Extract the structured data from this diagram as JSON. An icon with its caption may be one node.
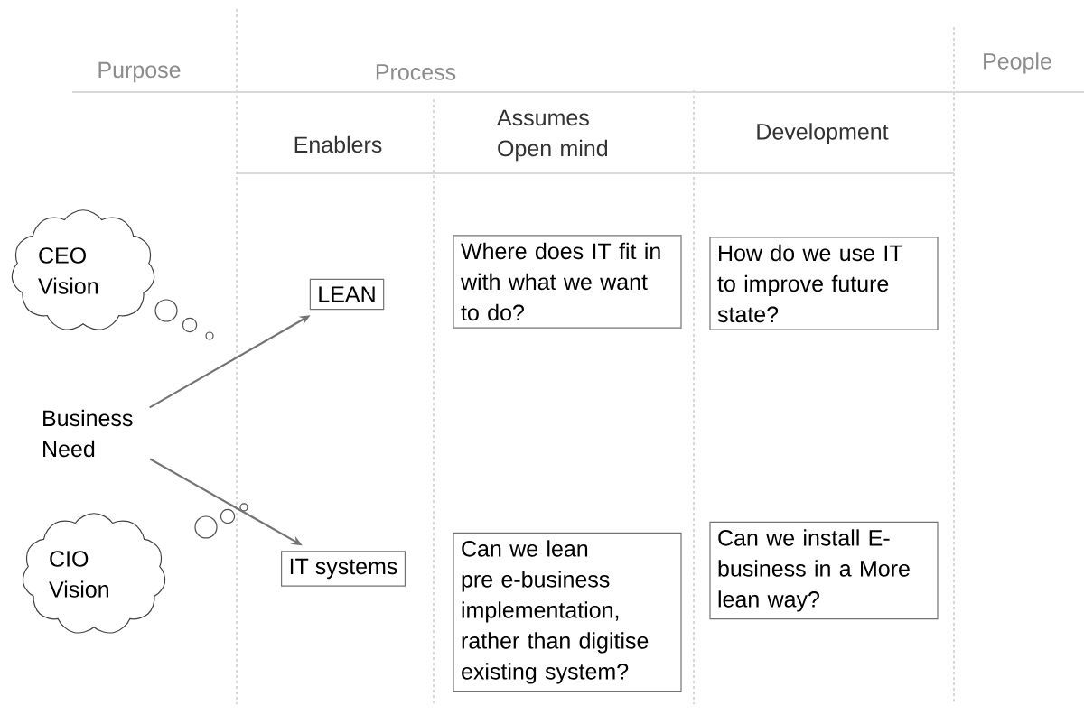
{
  "diagram": {
    "nodes": [
      {
        "text": [
          "CEO Vision"
        ]
      },
      {
        "text": [
          "LEAN"
        ]
      },
      {
        "text": [
          "Where does IT fit in with what we want to do?"
        ]
      },
      {
        "text": [
          "How do we use IT to improve future state?"
        ]
      },
      {
        "text": [
          "Business Need"
        ]
      },
      {
        "text": [
          "CIO Vision"
        ]
      },
      {
        "text": [
          "IT systems"
        ]
      },
      {
        "text": [
          "Can we lean pre e-business implementation, rather than digitise existing system?"
        ]
      },
      {
        "text": [
          "Can we install E-business in a More lean way?"
        ]
      }
    ],
    "edges": [
      {
        "from": 4,
        "to": 1,
        "arrow": "to"
      },
      {
        "from": 4,
        "to": 6,
        "arrow": "to"
      }
    ],
    "labels": [
      "Purpose",
      "Process",
      "People",
      "Enablers",
      "Assumes Open mind",
      "Development"
    ]
  }
}
